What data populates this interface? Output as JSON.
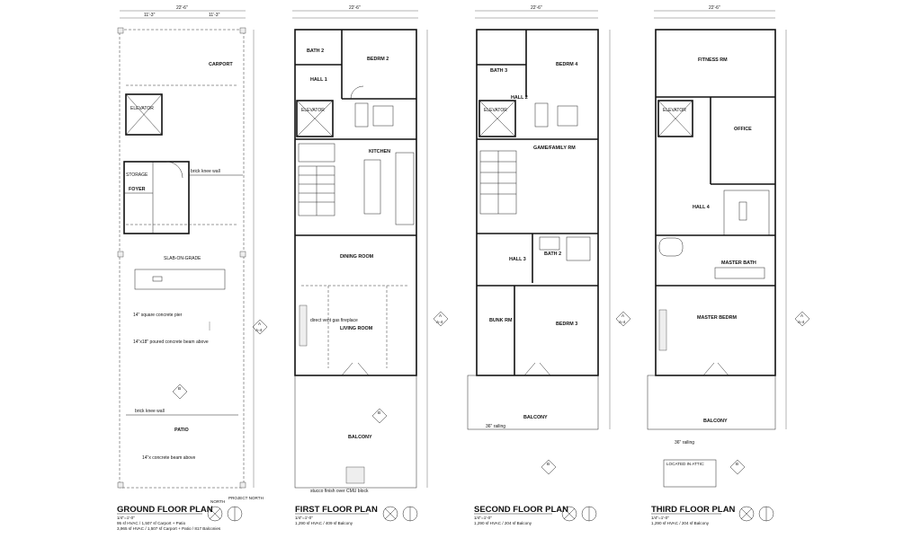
{
  "plans": {
    "ground": {
      "title": "GROUND FLOOR PLAN",
      "scale": "1/4\"=1'-0\"",
      "area": "95 sf HVAC / 1,507 sf Carport + Patio",
      "total": "3,965 sf HVAC / 1,507 sf Carport + Patio / 817 Balconies",
      "rooms": {
        "carport": "CARPORT",
        "elevator": "ELEVATOR",
        "foyer": "FOYER",
        "storage": "STORAGE",
        "patio": "PATIO"
      },
      "notes": {
        "slab": "SLAB-ON-GRADE",
        "pier1": "14\" square concrete pier",
        "beam": "14\"x18\" poured concrete beam above",
        "brick1": "brick knee wall",
        "brick2": "brick knee wall",
        "beam2": "14\"x concrete beam above"
      }
    },
    "first": {
      "title": "FIRST FLOOR PLAN",
      "scale": "1/4\"=1'-0\"",
      "area": "1,290 sf HVAC / 409 sf Balcony",
      "rooms": {
        "bath2": "BATH 2",
        "bedrm2": "BEDRM 2",
        "hall1": "HALL 1",
        "elevator": "ELEVATOR",
        "kitchen": "KITCHEN",
        "dining": "DINING ROOM",
        "living": "LIVING ROOM",
        "balcony": "BALCONY"
      },
      "notes": {
        "fireplace": "direct vent gas fireplace",
        "stucco": "stucco finish over CMU block"
      }
    },
    "second": {
      "title": "SECOND FLOOR PLAN",
      "scale": "1/4\"=1'-0\"",
      "area": "1,290 sf HVAC / 204 sf Balcony",
      "rooms": {
        "bath3": "BATH 3",
        "bedrm4": "BEDRM 4",
        "hall2": "HALL 2",
        "elevator": "ELEVATOR",
        "gameroom": "GAME/FAMILY RM",
        "hall3": "HALL 3",
        "bath2": "BATH 2",
        "bunk": "BUNK RM",
        "bedrm3": "BEDRM 3",
        "balcony": "BALCONY"
      },
      "notes": {
        "railing": "36\" railing"
      }
    },
    "third": {
      "title": "THIRD FLOOR PLAN",
      "scale": "1/4\"=1'-0\"",
      "area": "1,290 sf HVAC / 204 sf Balcony",
      "rooms": {
        "fitness": "FITNESS RM",
        "elevator": "ELEVATOR",
        "office": "OFFICE",
        "hall4": "HALL 4",
        "masterbath": "MASTER BATH",
        "masterbedrm": "MASTER BEDRM",
        "balcony": "BALCONY"
      },
      "notes": {
        "railing": "36\" railing",
        "attic": "LOCATED IN ATTIC:"
      }
    }
  },
  "marks": {
    "section": "A",
    "sheet": "A-4",
    "section_b": "B",
    "north": "NORTH",
    "project_north": "PROJECT NORTH"
  },
  "dims": {
    "overall_width": "22'-6\"",
    "segment_a": "11'-3\"",
    "segment_b": "11'-3\""
  }
}
